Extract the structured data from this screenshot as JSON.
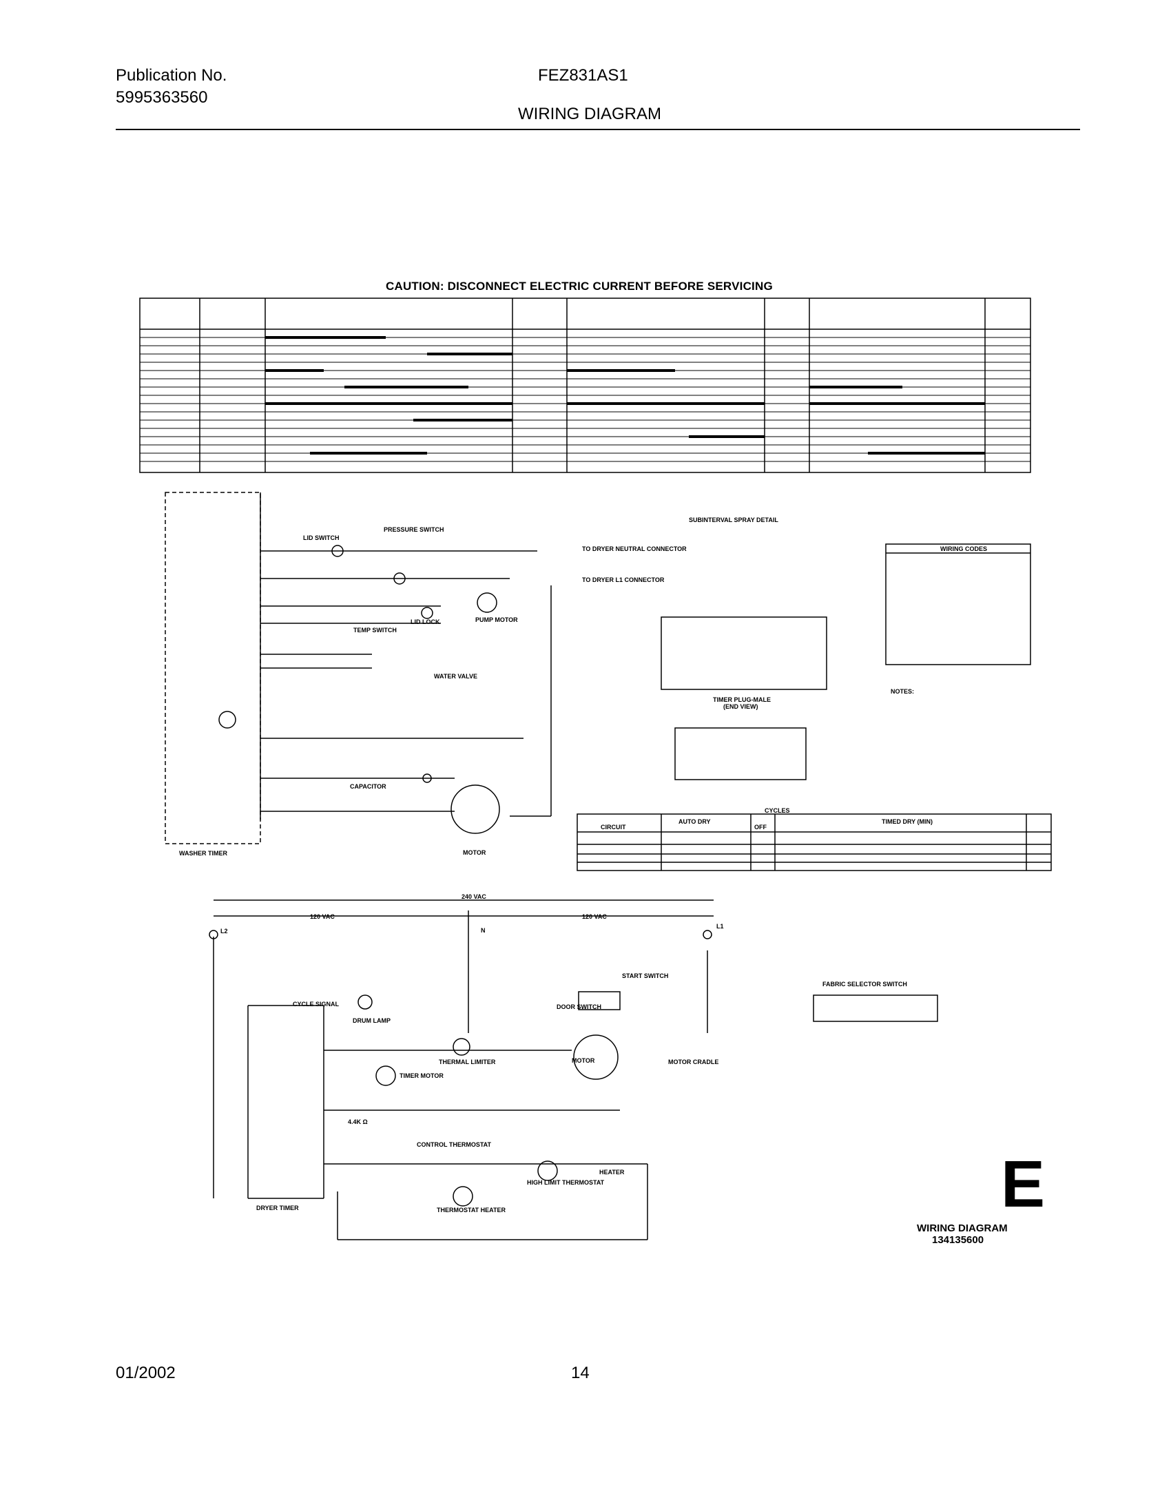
{
  "header": {
    "publication_label": "Publication No.",
    "publication_number": "5995363560",
    "model": "FEZ831AS1",
    "title": "WIRING DIAGRAM"
  },
  "caution": "CAUTION: DISCONNECT ELECTRIC CURRENT BEFORE SERVICING",
  "diagram_labels": {
    "washer_timer": "WASHER TIMER",
    "dryer_timer": "DRYER TIMER",
    "timer_plug": "TIMER PLUG-MALE",
    "end_view": "(END VIEW)",
    "wiring_codes": "WIRING CODES",
    "notes": "NOTES:",
    "subinterval": "SUBINTERVAL SPRAY DETAIL",
    "cycles": "CYCLES",
    "circuit": "CIRCUIT",
    "auto_dry": "AUTO DRY",
    "off": "OFF",
    "timed_dry": "TIMED DRY (MIN)",
    "voltage_240": "240 VAC",
    "voltage_120_left": "120 VAC",
    "voltage_120_right": "120 VAC",
    "fabric_selector": "FABRIC SELECTOR SWITCH",
    "motor": "MOTOR",
    "pump_motor": "PUMP MOTOR",
    "capacitor": "CAPACITOR",
    "pressure_switch": "PRESSURE SWITCH",
    "lid_switch": "LID SWITCH",
    "lid_lock": "LID LOCK",
    "temp_switch": "TEMP SWITCH",
    "water_valve": "WATER VALVE",
    "to_dryer_neutral": "TO DRYER NEUTRAL CONNECTOR",
    "to_dryer_l1": "TO DRYER L1 CONNECTOR",
    "drum_lamp": "DRUM LAMP",
    "cycle_signal": "CYCLE SIGNAL",
    "door_switch": "DOOR SWITCH",
    "start_switch": "START SWITCH",
    "thermal_limiter": "THERMAL LIMITER",
    "timer_motor": "TIMER MOTOR",
    "control_thermostat": "CONTROL THERMOSTAT",
    "high_limit_thermostat": "HIGH LIMIT THERMOSTAT",
    "heater": "HEATER",
    "thermostat_heater": "THERMOSTAT HEATER",
    "motor_cradle": "MOTOR CRADLE",
    "resistor": "4.4K Ω",
    "l1": "L1",
    "l2": "L2",
    "n": "N"
  },
  "section_letter": "E",
  "caption": {
    "line1": "WIRING DIAGRAM",
    "line2": "134135600"
  },
  "footer": {
    "date": "01/2002",
    "page": "14"
  }
}
